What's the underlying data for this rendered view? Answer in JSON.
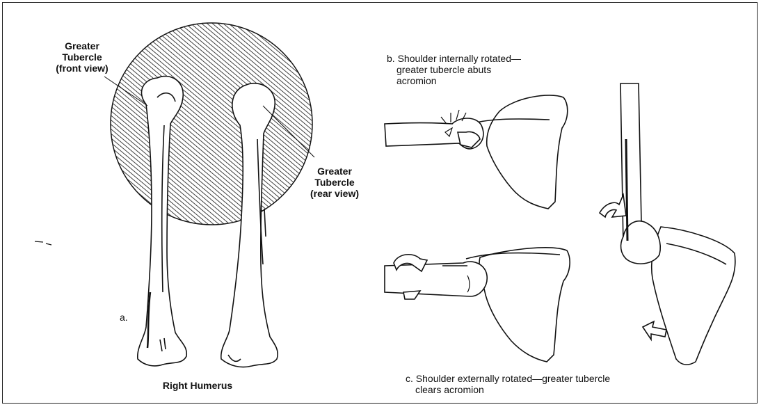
{
  "labels": {
    "gt_front": [
      "Greater",
      "Tubercle",
      "(front view)"
    ],
    "gt_rear": [
      "Greater",
      "Tubercle",
      "(rear view)"
    ],
    "part_a": "a.",
    "humerus_title": "Right Humerus",
    "caption_b": [
      "b. Shoulder internally rotated—",
      "greater tubercle abuts",
      "acromion"
    ],
    "caption_c": [
      "c. Shoulder externally rotated—greater tubercle",
      "clears acromion"
    ]
  },
  "colors": {
    "ink": "#111111",
    "background": "#ffffff"
  }
}
